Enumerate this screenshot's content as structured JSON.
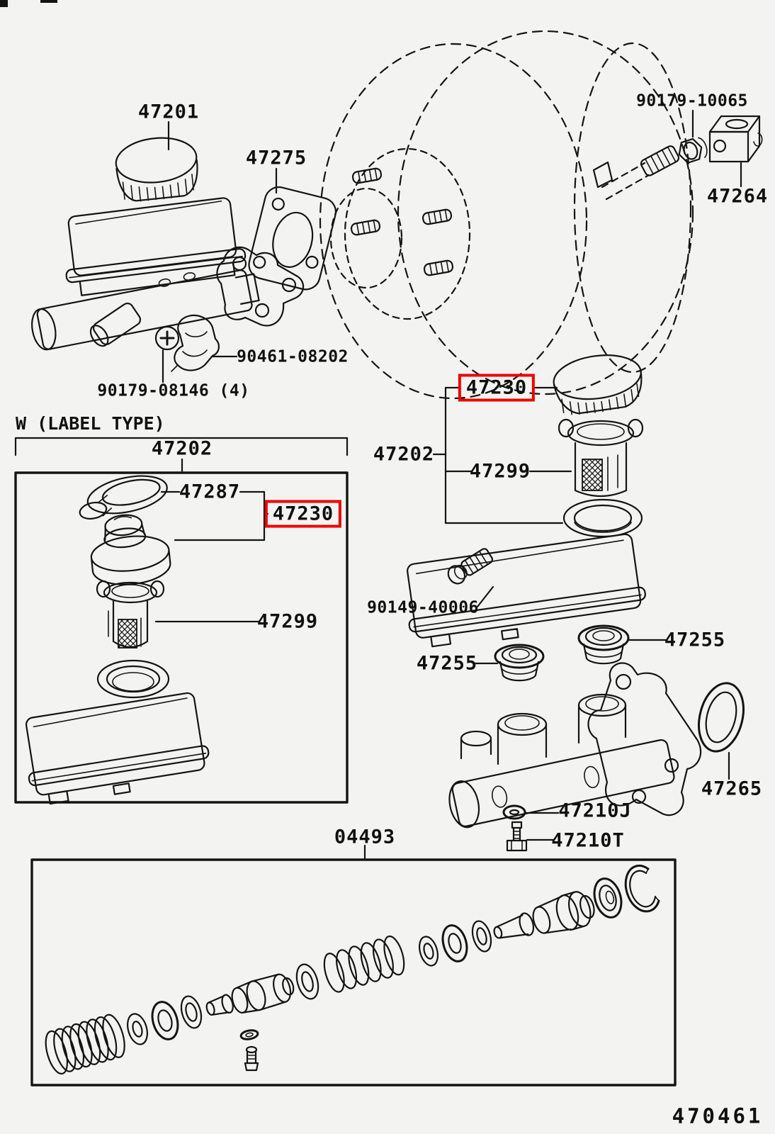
{
  "diagram": {
    "figure_number": "470461",
    "type_note": "W (LABEL TYPE)",
    "highlight_color": "#ee0000",
    "line_color": "#141414",
    "background_color": "#f3f3f1",
    "highlighted_part_number": "47230"
  },
  "labels": {
    "master_cylinder_assy": "47201",
    "booster_gasket": "47275",
    "pushrod_nut": "90179-10065",
    "pushrod_clevis": "47264",
    "reservoir_clamp": "90461-08202",
    "mounting_nuts": "90179-08146 (4)",
    "reservoir_assy_w": "47202",
    "label_seal": "47287",
    "reservoir_cap_w": "47230",
    "strainer_w": "47299",
    "reservoir_cap": "47230",
    "reservoir_assy": "47202",
    "strainer": "47299",
    "reservoir_set_screw": "90149-40006",
    "grommet_front": "47255",
    "grommet_rear": "47255",
    "cylinder_oring": "47265",
    "outlet_grommet": "47210J",
    "outlet_plug": "47210T",
    "repair_kit": "04493"
  }
}
